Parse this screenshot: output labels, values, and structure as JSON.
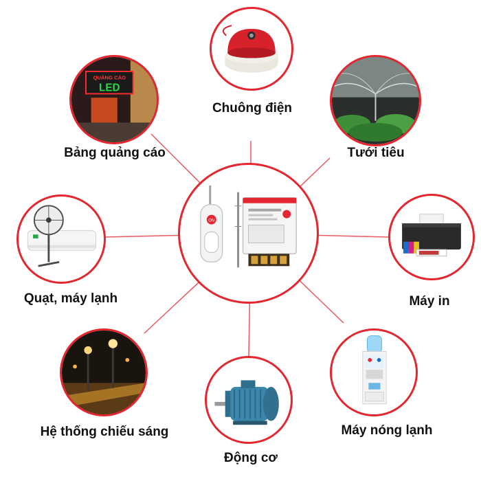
{
  "colors": {
    "accent": "#e3262f",
    "connector": "#e8585f",
    "text": "#111111"
  },
  "center": {
    "icon": "rf-remote-switch-kit-icon",
    "ad_text": "ON"
  },
  "applications": [
    {
      "id": "bell",
      "label": "Chuông điện",
      "icon": "electric-bell-icon"
    },
    {
      "id": "irrigation",
      "label": "Tưới tiêu",
      "icon": "sprinkler-icon"
    },
    {
      "id": "printer",
      "label": "Máy in",
      "icon": "printer-icon"
    },
    {
      "id": "water",
      "label": "Máy nóng lạnh",
      "icon": "water-dispenser-icon"
    },
    {
      "id": "motor",
      "label": "Động cơ",
      "icon": "electric-motor-icon"
    },
    {
      "id": "lighting",
      "label": "Hệ thống chiếu sáng",
      "icon": "street-light-icon"
    },
    {
      "id": "fan",
      "label": "Quạt, máy lạnh",
      "icon": "fan-aircon-icon"
    },
    {
      "id": "sign",
      "label": "Bảng quảng cáo",
      "icon": "led-signboard-icon"
    }
  ],
  "signboard": {
    "line1": "QUẢNG CÁO",
    "line2": "LED"
  }
}
